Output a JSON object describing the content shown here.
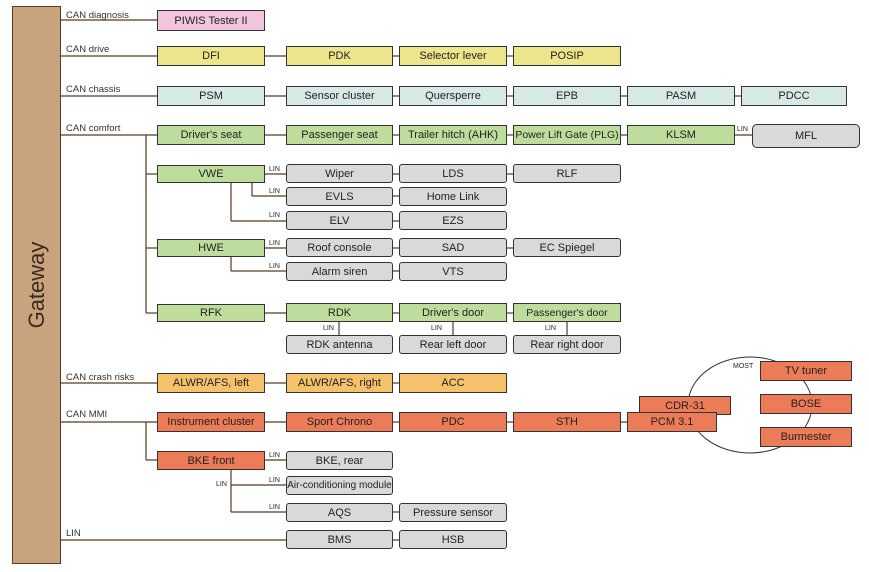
{
  "gateway": "Gateway",
  "buses": {
    "diagnosis": "CAN diagnosis",
    "drive": "CAN drive",
    "chassis": "CAN chassis",
    "comfort": "CAN comfort",
    "crash": "CAN crash risks",
    "mmi": "CAN MMI",
    "lin": "LIN"
  },
  "diagnosis": {
    "piwis": "PIWIS Tester II"
  },
  "drive": {
    "dfi": "DFI",
    "pdk": "PDK",
    "selector": "Selector lever",
    "posip": "POSIP"
  },
  "chassis": {
    "psm": "PSM",
    "sensor": "Sensor cluster",
    "quersperre": "Quersperre",
    "epb": "EPB",
    "pasm": "PASM",
    "pdcc": "PDCC"
  },
  "comfort": {
    "drivers_seat": "Driver's seat",
    "passenger_seat": "Passenger seat",
    "trailer": "Trailer hitch (AHK)",
    "plg": "Power Lift Gate (PLG)",
    "klsm": "KLSM",
    "mfl": "MFL",
    "vwe": "VWE",
    "wiper": "Wiper",
    "lds": "LDS",
    "rlf": "RLF",
    "evls": "EVLS",
    "homelink": "Home Link",
    "elv": "ELV",
    "ezs": "EZS",
    "hwe": "HWE",
    "roof": "Roof console",
    "sad": "SAD",
    "ecspiegel": "EC Spiegel",
    "alarm": "Alarm siren",
    "vts": "VTS",
    "rfk": "RFK",
    "rdk": "RDK",
    "drivers_door": "Driver's door",
    "passengers_door": "Passenger's door",
    "rdk_antenna": "RDK antenna",
    "rear_left": "Rear left door",
    "rear_right": "Rear right door"
  },
  "crash": {
    "alwr_left": "ALWR/AFS, left",
    "alwr_right": "ALWR/AFS, right",
    "acc": "ACC"
  },
  "mmi": {
    "instrument": "Instrument cluster",
    "sport_chrono": "Sport Chrono",
    "pdc": "PDC",
    "sth": "STH",
    "pcm": "PCM 3.1",
    "cdr": "CDR-31",
    "tv": "TV tuner",
    "bose": "BOSE",
    "burmester": "Burmester",
    "most": "MOST",
    "bke_front": "BKE front",
    "bke_rear": "BKE, rear",
    "aircon": "Air-conditioning module",
    "aqs": "AQS",
    "pressure": "Pressure sensor"
  },
  "lin_bus": {
    "bms": "BMS",
    "hsb": "HSB"
  },
  "lin_tag": "LIN"
}
